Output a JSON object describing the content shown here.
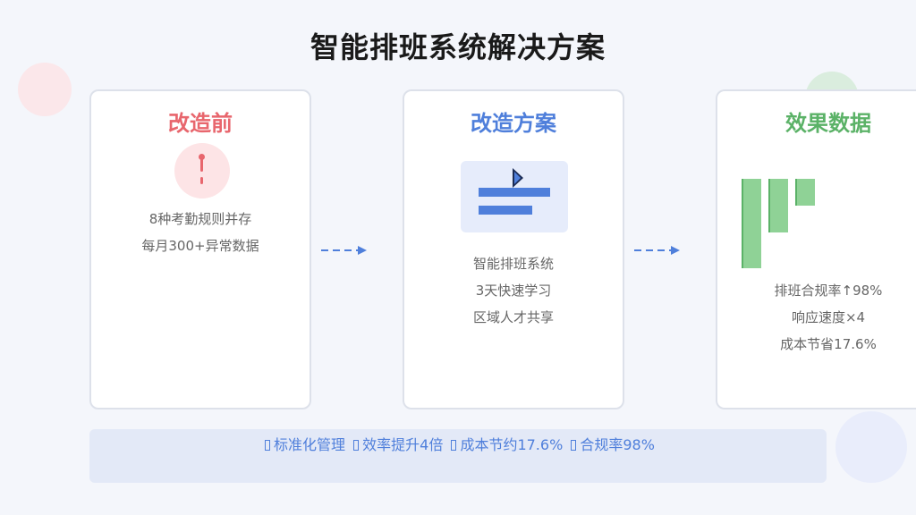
{
  "title": "智能排班系统解决方案",
  "before": {
    "title": "改造前",
    "icon": "alert-icon",
    "lines": [
      "8种考勤规则并存",
      "每月300+异常数据"
    ]
  },
  "plan": {
    "title": "改造方案",
    "icon": "document-icon",
    "lines": [
      "智能排班系统",
      "3天快速学习",
      "区域人才共享"
    ]
  },
  "result": {
    "title": "效果数据",
    "icon": "bar-chart-icon",
    "lines": [
      "排班合规率↑98%",
      "响应速度×4",
      "成本节省17.6%"
    ]
  },
  "banner": {
    "items": [
      "标准化管理",
      "效率提升4倍",
      "成本节约17.6%",
      "合规率98%"
    ]
  },
  "colors": {
    "red": "#e8666d",
    "blue": "#4f7fdb",
    "green": "#5bb267"
  }
}
